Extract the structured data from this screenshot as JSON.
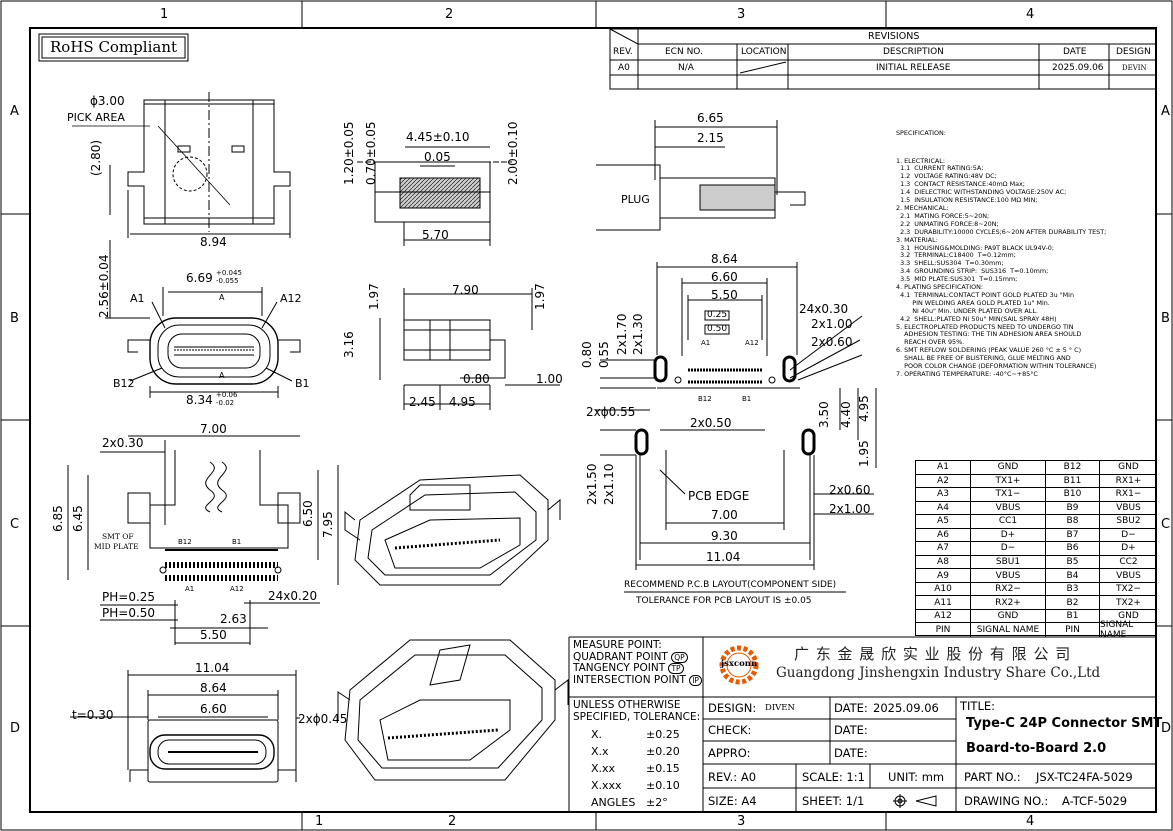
{
  "grid": {
    "cols": [
      "1",
      "2",
      "3",
      "4"
    ],
    "rows": [
      "A",
      "B",
      "C",
      "D"
    ]
  },
  "rohs": "RoHS Compliant",
  "revisions": {
    "title": "REVISIONS",
    "headers": [
      "REV.",
      "ECN NO.",
      "LOCATION",
      "DESCRIPTION",
      "DATE",
      "DESIGN"
    ],
    "row": [
      "A0",
      "N/A",
      "",
      "INITIAL RELEASE",
      "2025.09.06",
      "DEVIN"
    ]
  },
  "specification": {
    "title": "SPECIFICATION:",
    "lines": [
      "1. ELECTRICAL:",
      "  1.1  CURRENT RATING:5A;",
      "  1.2  VOLTAGE RATING:48V DC;",
      "  1.3  CONTACT RESISTANCE:40mΩ Max;",
      "  1.4  DIELECTRIC WITHSTANDING VOLTAGE:250V AC;",
      "  1.5  INSULATION RESISTANCE:100 MΩ MIN;",
      "2. MECHANICAL:",
      "  2.1  MATING FORCE:5~20N;",
      "  2.2  UNMATING FORCE:8~20N;",
      "  2.3  DURABILITY:10000 CYCLES;6~20N AFTER DURABILITY TEST;",
      "3. MATERIAL:",
      "  3.1  HOUSING&MOLDING: PA9T BLACK UL94V-0;",
      "  3.2  TERMINAL:C18400  T=0.12mm;",
      "  3.3  SHELL:SUS304  T=0.30mm;",
      "  3.4  GROUNDING STRIP:  SUS316  T=0.10mm;",
      "  3.5  MID PLATE:SUS301  T=0.15mm;",
      "4. PLATING SPECIFICATION:",
      "  4.1  TERMINAL:CONTACT POINT GOLD PLATED 3u \"Min",
      "        PIN WELDING AREA GOLD PLATED 1u\" Min.",
      "        Ni 40u\" Min. UNDER PLATED OVER ALL.",
      "  4.2  SHELL:PLATED Ni 50u\" MIN(SAIL SPRAY 48H)",
      "5. ELECTROPLATED PRODUCTS NEED TO UNDERGO TIN",
      "    ADHESION TESTING: THE TIN ADHESION AREA SHOULD",
      "    REACH OVER 95%.",
      "6. SMT REFLOW SOLDERING (PEAK VALUE 260 °C ± 5 ° C)",
      "    SHALL BE FREE OF BLISTERING, GLUE MELTING AND",
      "    POOR COLOR CHANGE (DEFORMATION WITHIN TOLERANCE)",
      "7. OPERATING TEMPERATURE: -40°C~+85°C"
    ]
  },
  "pins": {
    "rows": [
      [
        "A1",
        "GND",
        "B12",
        "GND"
      ],
      [
        "A2",
        "TX1+",
        "B11",
        "RX1+"
      ],
      [
        "A3",
        "TX1−",
        "B10",
        "RX1−"
      ],
      [
        "A4",
        "VBUS",
        "B9",
        "VBUS"
      ],
      [
        "A5",
        "CC1",
        "B8",
        "SBU2"
      ],
      [
        "A6",
        "D+",
        "B7",
        "D−"
      ],
      [
        "A7",
        "D−",
        "B6",
        "D+"
      ],
      [
        "A8",
        "SBU1",
        "B5",
        "CC2"
      ],
      [
        "A9",
        "VBUS",
        "B4",
        "VBUS"
      ],
      [
        "A10",
        "RX2−",
        "B3",
        "TX2−"
      ],
      [
        "A11",
        "RX2+",
        "B2",
        "TX2+"
      ],
      [
        "A12",
        "GND",
        "B1",
        "GND"
      ]
    ],
    "header": [
      "PIN",
      "SIGNAL NAME",
      "PIN",
      "SIGNAL NAME"
    ]
  },
  "dims": {
    "pick_dia": "ϕ3.00",
    "pick_area": "PICK AREA",
    "d280": "(2.80)",
    "d894": "8.94",
    "d120": "1.20±0.05",
    "d070": "0.70±0.05",
    "d445": "4.45±0.10",
    "d005": "0.05",
    "d200": "2.00±0.10",
    "d570": "5.70",
    "d665": "6.65",
    "d215": "2.15",
    "plug": "PLUG",
    "d256": "2.56±0.04",
    "d669": "6.69",
    "d669_tol_top": "+0.045",
    "d669_tol_bot": "-0.055",
    "a_mark": "A",
    "a1": "A1",
    "a12": "A12",
    "b12": "B12",
    "b1": "B1",
    "d834": "8.34",
    "d834_tol_top": "+0.06",
    "d834_tol_bot": "-0.02",
    "d790": "7.90",
    "d197": "1.97",
    "d316": "3.16",
    "d080": "0.80",
    "d100": "1.00",
    "d245": "2.45",
    "d495": "4.95",
    "d864": "8.64",
    "d660": "6.60",
    "d550": "5.50",
    "d025": "0.25",
    "d050": "0.50",
    "d24x030": "24x0.30",
    "d2x100": "2x1.00",
    "d2x060": "2x0.60",
    "d2x170": "2x1.70",
    "d2x130": "2x1.30",
    "d055": "0.55",
    "d2x055": "2xϕ0.55",
    "d2x050": "2x0.50",
    "d350": "3.50",
    "d440": "4.40",
    "d195": "1.95",
    "d2x150": "2x1.50",
    "d2x110": "2x1.10",
    "pcb_edge": "PCB EDGE",
    "d700": "7.00",
    "d930": "9.30",
    "d1104": "11.04",
    "recommend": "RECOMMEND P.C.B LAYOUT(COMPONENT SIDE)",
    "tolerance_note": "TOLERANCE FOR PCB LAYOUT IS ±0.05",
    "d2x030": "2x0.30",
    "d685": "6.85",
    "d645": "6.45",
    "d650": "6.50",
    "d795": "7.95",
    "smt_of": "SMT OF",
    "mid_plate": "MID PLATE",
    "ph025": "PH=0.25",
    "ph050": "PH=0.50",
    "d263": "2.63",
    "d24x020": "24x0.20",
    "t030": "t=0.30",
    "d2x045": "2xϕ0.45"
  },
  "measure": {
    "lines": [
      "MEASURE POINT:",
      "QUADRANT POINT",
      "TANGENCY POINT",
      "INTERSECTION POINT"
    ],
    "badges": [
      "QP",
      "TP",
      "IP"
    ]
  },
  "tolerance": {
    "title1": "UNLESS OTHERWISE",
    "title2": "SPECIFIED, TOLERANCE:",
    "rows": [
      [
        "X.",
        "±0.25"
      ],
      [
        "X.x",
        "±0.20"
      ],
      [
        "X.xx",
        "±0.15"
      ],
      [
        "X.xxx",
        "±0.10"
      ],
      [
        "ANGLES",
        "±2°"
      ]
    ]
  },
  "company": {
    "logo": "jsxconn",
    "cn": "广 东 金 晟 欣 实 业 股 份 有 限 公 司",
    "en": "Guangdong Jinshengxin Industry Share Co.,Ltd"
  },
  "titleblock": {
    "design_label": "DESIGN:",
    "design_value": "DIVEN",
    "date_label": "DATE:",
    "date_value": "2025.09.06",
    "check_label": "CHECK:",
    "appro_label": "APPRO:",
    "rev_label": "REV.:",
    "rev_value": "A0",
    "scale_label": "SCALE:",
    "scale_value": "1:1",
    "unit_label": "UNIT:",
    "unit_value": "mm",
    "size_label": "SIZE:",
    "size_value": "A4",
    "sheet_label": "SHEET:",
    "sheet_value": "1/1",
    "title_label": "TITLE:",
    "title_line1": "Type-C 24P Connector SMT",
    "title_line2": "Board-to-Board 2.0",
    "part_label": "PART NO.:",
    "part_value": "JSX-TC24FA-5029",
    "drawing_label": "DRAWING NO.:",
    "drawing_value": "A-TCF-5029"
  }
}
